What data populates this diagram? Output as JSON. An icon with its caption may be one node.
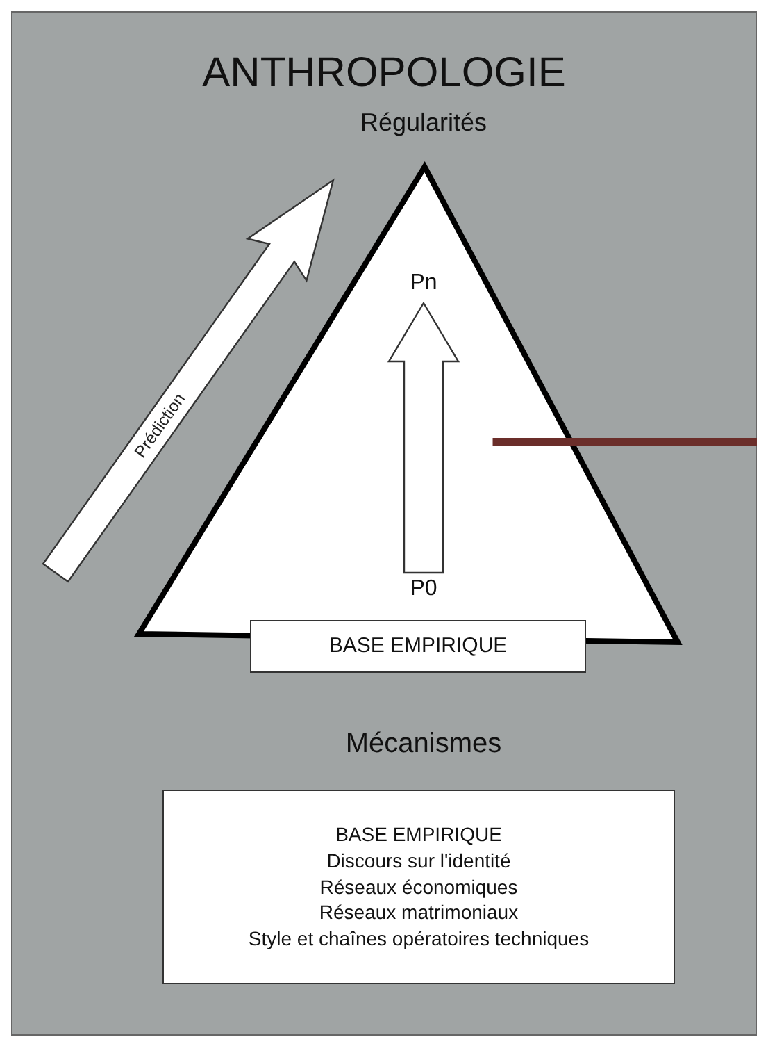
{
  "diagram": {
    "title": "ANTHROPOLOGIE",
    "nodes": [
      {
        "text": [],
        "shape": "triangle"
      },
      {
        "text": [
          "Pn"
        ],
        "in": 0
      },
      {
        "text": [
          "P0"
        ],
        "in": 0
      },
      {
        "text": [
          "BASE EMPIRIQUE"
        ]
      },
      {
        "text": [
          "BASE EMPIRIQUE",
          "Discours sur l'identité",
          "Réseaux économiques",
          "Réseaux matrimoniaux",
          "Style et chaînes opératoires techniques"
        ]
      }
    ],
    "edges": [
      {
        "from": 2,
        "to": 1,
        "arrow": "to"
      },
      {
        "from": null,
        "to": 0,
        "arrow": "none",
        "color": "#6b2e2a"
      }
    ],
    "labels": [
      "Régularités",
      "Prédiction",
      "Mécanismes"
    ]
  }
}
